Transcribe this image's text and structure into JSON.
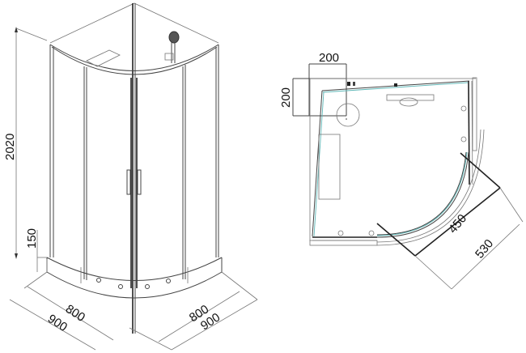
{
  "iso_view": {
    "height_total": "2020",
    "tray_height": "150",
    "depth_inner_left": "800",
    "depth_outer_left": "900",
    "depth_inner_right": "800",
    "depth_outer_right": "900"
  },
  "plan_view": {
    "corner_box_width": "200",
    "corner_box_height": "200",
    "door_opening_inner": "450",
    "door_opening_outer": "530"
  },
  "colors": {
    "line": "#444444",
    "dim_line": "#222222",
    "glass_tint": "#5fb7b7",
    "background": "#ffffff"
  }
}
